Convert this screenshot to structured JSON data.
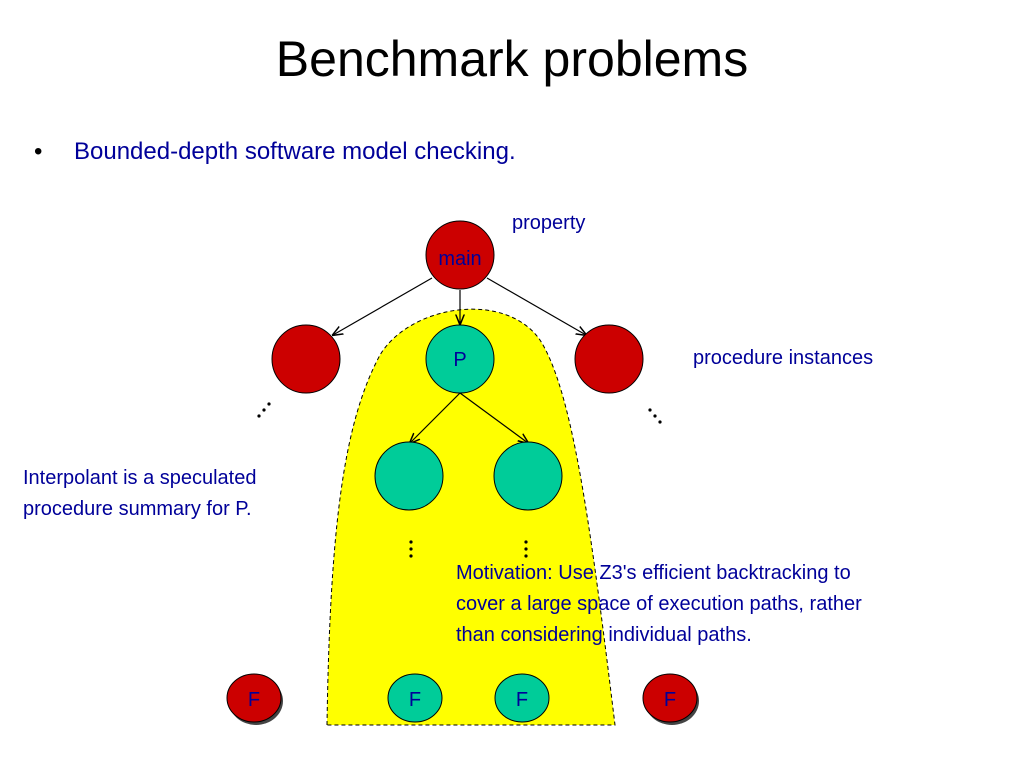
{
  "slide": {
    "title": "Benchmark problems",
    "bullet": "Bounded-depth software model checking."
  },
  "labels": {
    "property": "property",
    "procedure_instances": "procedure instances",
    "interpolant_line1": "Interpolant is a speculated",
    "interpolant_line2": "procedure summary for P.",
    "motivation_line1": "Motivation: Use Z3's efficient backtracking to",
    "motivation_line2": "cover a large space of execution paths, rather",
    "motivation_line3": "than considering individual paths."
  },
  "nodes": {
    "main": "main",
    "p": "P",
    "f1": "F",
    "f2": "F",
    "f3": "F",
    "f4": "F"
  },
  "colors": {
    "red_node": "#cc0000",
    "green_node": "#00cc99",
    "highlight": "#ffff00",
    "text_blue": "#000099"
  }
}
